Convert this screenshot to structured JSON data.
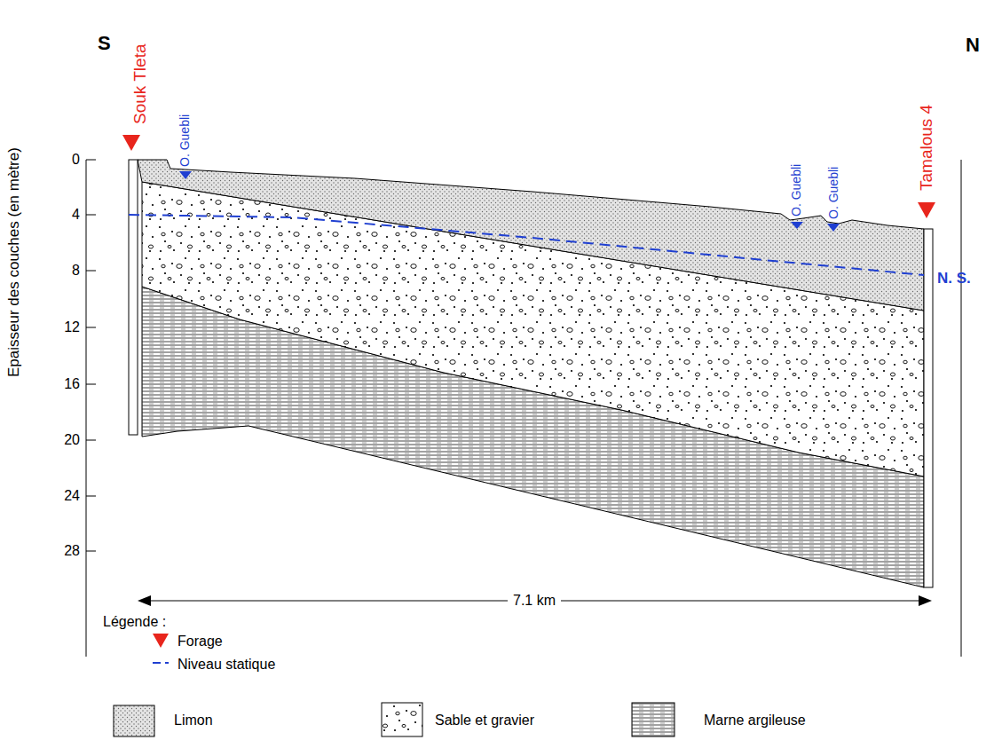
{
  "diagram": {
    "labels": [
      "S",
      "Souk Tleta",
      "O. Guebli",
      "O. Guebli",
      "O. Guebli",
      "Tamalous 4",
      "N",
      "Epaisseur des couches (en mètre)",
      "0",
      "4",
      "8",
      "12",
      "16",
      "20",
      "24",
      "28",
      "N. S.",
      "7.1 km",
      "Légende :"
    ],
    "legend": [
      {
        "text": "Forage"
      },
      {
        "text": "Niveau statique"
      },
      {
        "text": "Limon"
      },
      {
        "text": "Sable et gravier"
      },
      {
        "text": "Marne argileuse"
      }
    ]
  }
}
